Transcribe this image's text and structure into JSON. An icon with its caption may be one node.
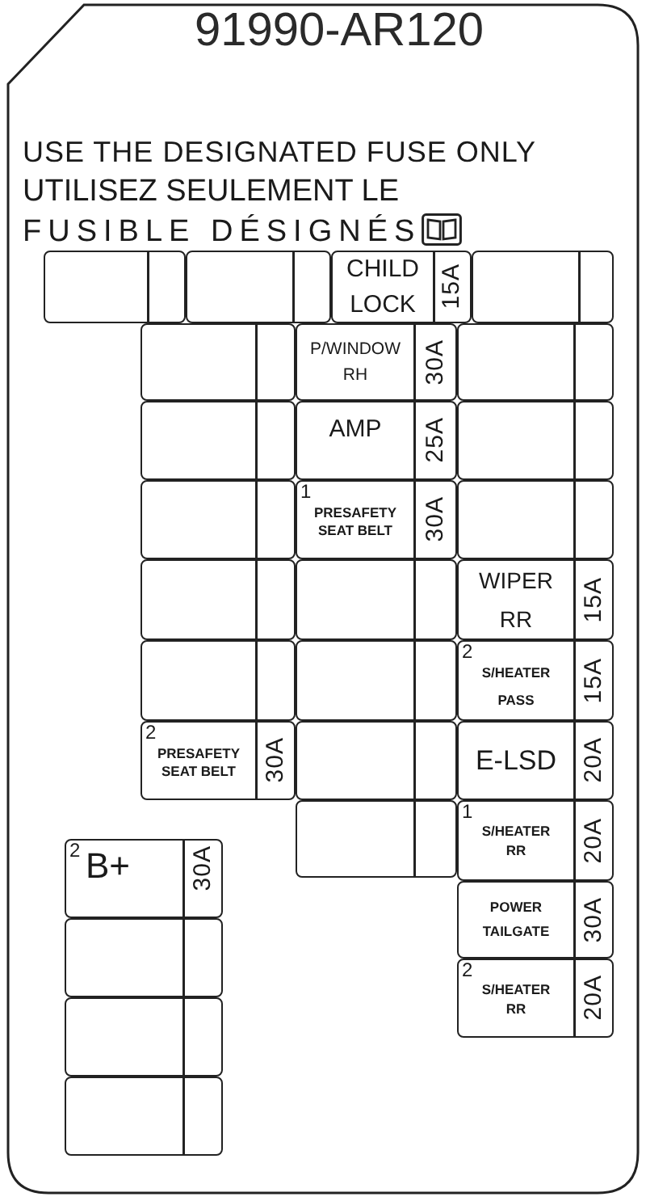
{
  "diagram": {
    "title": "91990-AR120",
    "nodes": [
      {
        "text": [],
        "shape": "box"
      },
      {
        "text": [],
        "shape": "box"
      },
      {
        "text": [
          "CHILD LOCK",
          "15A"
        ]
      },
      {
        "text": [],
        "shape": "box"
      },
      {
        "text": [],
        "shape": "box"
      },
      {
        "text": [
          "P/WINDOW RH",
          "30A"
        ]
      },
      {
        "text": [],
        "shape": "box"
      },
      {
        "text": [],
        "shape": "box"
      },
      {
        "text": [
          "AMP",
          "25A"
        ]
      },
      {
        "text": [],
        "shape": "box"
      },
      {
        "text": [],
        "shape": "box"
      },
      {
        "text": [
          "1",
          "PRESAFETY SEAT BELT",
          "30A"
        ]
      },
      {
        "text": [],
        "shape": "box"
      },
      {
        "text": [],
        "shape": "box"
      },
      {
        "text": [],
        "shape": "box"
      },
      {
        "text": [
          "WIPER RR",
          "15A"
        ]
      },
      {
        "text": [],
        "shape": "box"
      },
      {
        "text": [],
        "shape": "box"
      },
      {
        "text": [
          "2",
          "S/HEATER PASS",
          "15A"
        ]
      },
      {
        "text": [
          "2",
          "PRESAFETY SEAT BELT",
          "30A"
        ]
      },
      {
        "text": [],
        "shape": "box"
      },
      {
        "text": [
          "E-LSD",
          "20A"
        ]
      },
      {
        "text": [],
        "shape": "box"
      },
      {
        "text": [
          "1",
          "S/HEATER RR",
          "20A"
        ]
      },
      {
        "text": [
          "POWER TAILGATE",
          "30A"
        ]
      },
      {
        "text": [
          "2",
          "S/HEATER RR",
          "20A"
        ]
      },
      {
        "text": [
          "2",
          "B+",
          "30A"
        ]
      },
      {
        "text": [],
        "shape": "box"
      },
      {
        "text": [],
        "shape": "box"
      },
      {
        "text": [],
        "shape": "box"
      }
    ],
    "labels": [
      "USE THE DESIGNATED FUSE ONLY",
      "UTILISEZ SEULEMENT LE FUSIBLE DÉSIGNÉS"
    ]
  }
}
